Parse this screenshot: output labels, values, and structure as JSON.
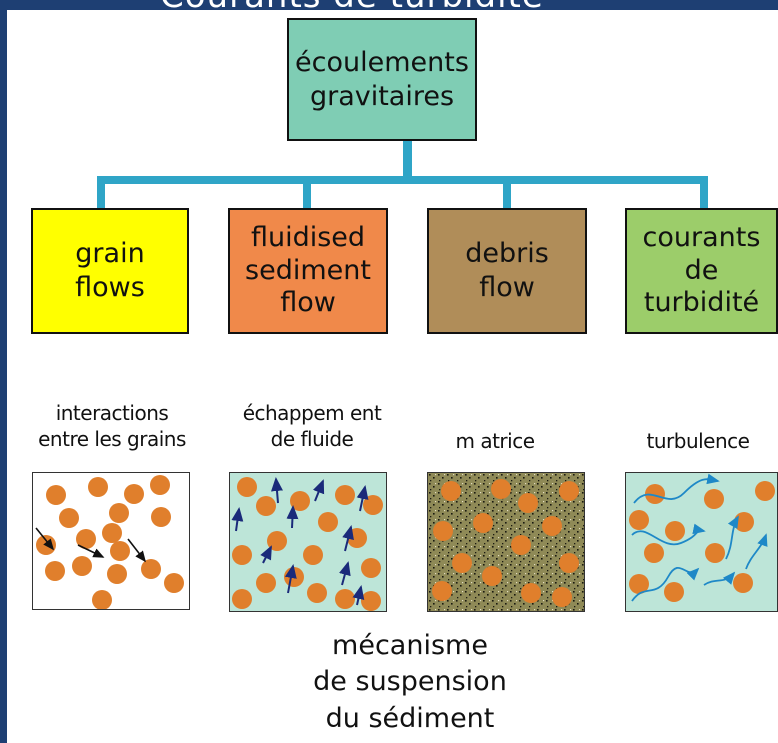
{
  "header": {
    "title": "Courants de turbidité"
  },
  "root": {
    "line1": "écoulements",
    "line2": "gravitaires",
    "color": "#7fcdb4"
  },
  "categories": [
    {
      "lines": [
        "grain",
        "flows"
      ],
      "color": "#ffff00"
    },
    {
      "lines": [
        "fluidised",
        "sediment",
        "flow"
      ],
      "color": "#f0894a"
    },
    {
      "lines": [
        "debris",
        "flow"
      ],
      "color": "#b08d59"
    },
    {
      "lines": [
        "courants",
        "de",
        "turbidité"
      ],
      "color": "#9ccd6a"
    }
  ],
  "mechanisms": [
    {
      "lines": [
        "interactions",
        "entre les grains"
      ],
      "icon": "grain-collision-icon"
    },
    {
      "lines": [
        "échappem ent",
        "de fluide"
      ],
      "icon": "fluid-escape-icon"
    },
    {
      "lines": [
        "m atrice"
      ],
      "icon": "matrix-icon"
    },
    {
      "lines": [
        "turbulence"
      ],
      "icon": "turbulence-icon"
    }
  ],
  "footer": {
    "line1": "mécanisme",
    "line2": "de suspension",
    "line3": "du sédiment"
  },
  "colors": {
    "connector": "#2fa5c7",
    "grain": "#e07f2c",
    "fluid": "#bde5d8",
    "matrix": "#8f8a57",
    "arrow_dark": "#1a2a7a",
    "arrow_blue": "#1e88c7",
    "frame": "#1e3f73"
  }
}
